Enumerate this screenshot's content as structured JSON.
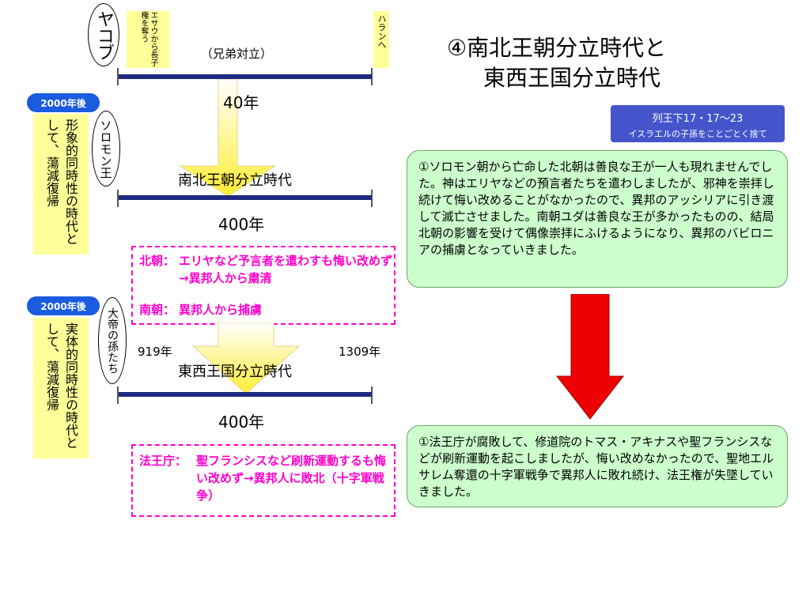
{
  "title": {
    "line1": "④南北王朝分立時代と",
    "line2": "東西王国分立時代"
  },
  "reference": {
    "line1": "列王下17・17〜23",
    "line2": "イスラエルの子孫をことごとく捨て"
  },
  "top": {
    "jacob_oval": "ヤコブ",
    "esau_box": "エサウから長子権を奪う",
    "haran_box": "ハランへ",
    "brother_conflict": "（兄弟対立）",
    "years_40": "40年"
  },
  "middle": {
    "badge": "2000年後",
    "solomon_oval": "ソロモン王",
    "side_text": "形象的同時性の時代として、蕩減復帰",
    "era_label": "南北王朝分立時代",
    "years_400": "400年",
    "north_label": "北朝：",
    "north_text": "エリヤなど予言者を遣わすも悔い改めず→異邦人から粛清",
    "south_label": "南朝：",
    "south_text": "異邦人から捕虜"
  },
  "lower": {
    "badge": "2000年後",
    "great_oval": "大帝の孫たち",
    "side_text": "実体的同時性の時代として、蕩減復帰",
    "year_start": "919年",
    "year_end": "1309年",
    "era_label": "東西王国分立時代",
    "years_400": "400年",
    "pope_label": "法王庁：",
    "pope_text": "聖フランシスなど刷新運動するも悔い改めず→異邦人に敗北（十字軍戦争）"
  },
  "explanations": {
    "upper": "①ソロモン朝から亡命した北朝は善良な王が一人も現れませんでした。神はエリヤなどの預言者たちを遣わしましたが、邪神を崇拝し続けて悔い改めることがなかったので、異邦のアッシリアに引き渡して滅亡させました。南朝ユダは善良な王が多かったものの、結局北朝の影響を受けて偶像崇拝にふけるようになり、異邦のバビロニアの捕虜となっていきました。",
    "lower": "①法王庁が腐敗して、修道院のトマス・アキナスや聖フランシスなどが刷新運動を起こしましたが、悔い改めなかったので、聖地エルサレム奪還の十字軍戦争で異邦人に敗れ続け、法王権が失墜していきました。"
  },
  "colors": {
    "timeline_bar": "#1f2a80",
    "yellow_box": "#ffff99",
    "badge": "#1a5be0",
    "pink_text": "#ff00cc",
    "green_box": "#ccffcc",
    "red_arrow": "#ee0000",
    "reference_box": "#4455cc"
  }
}
